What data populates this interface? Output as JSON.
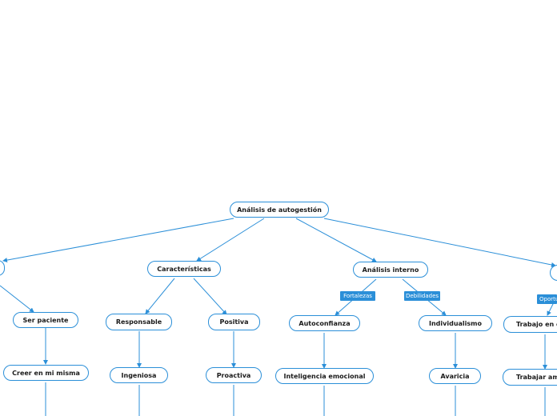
{
  "colors": {
    "accent": "#2b8fd8",
    "text": "#1a1a1a",
    "background": "#ffffff"
  },
  "root": {
    "label": "Análisis de autogestión"
  },
  "branches": {
    "left_partial": {
      "label": ""
    },
    "caracteristicas": {
      "label": "Características"
    },
    "analisis_interno": {
      "label": "Análisis interno"
    },
    "right_partial": {
      "label": ""
    }
  },
  "nodes": {
    "ser_paciente": "Ser paciente",
    "creer_en_mi_misma": "Creer en mi misma",
    "responsable": "Responsable",
    "ingeniosa": "Ingeniosa",
    "positiva": "Positiva",
    "proactiva": "Proactiva",
    "autoconfianza": "Autoconfianza",
    "inteligencia_emocional": "Inteligencia emocional",
    "individualismo": "Individualismo",
    "avaricia": "Avaricia",
    "trabajo_en_equipo": "Trabajo en eq",
    "trabajar_ambiente": "Trabajar amb"
  },
  "tags": {
    "fortalezas": "Fortalezas",
    "debilidades": "Debilidades",
    "oportunidades": "Oportu"
  }
}
